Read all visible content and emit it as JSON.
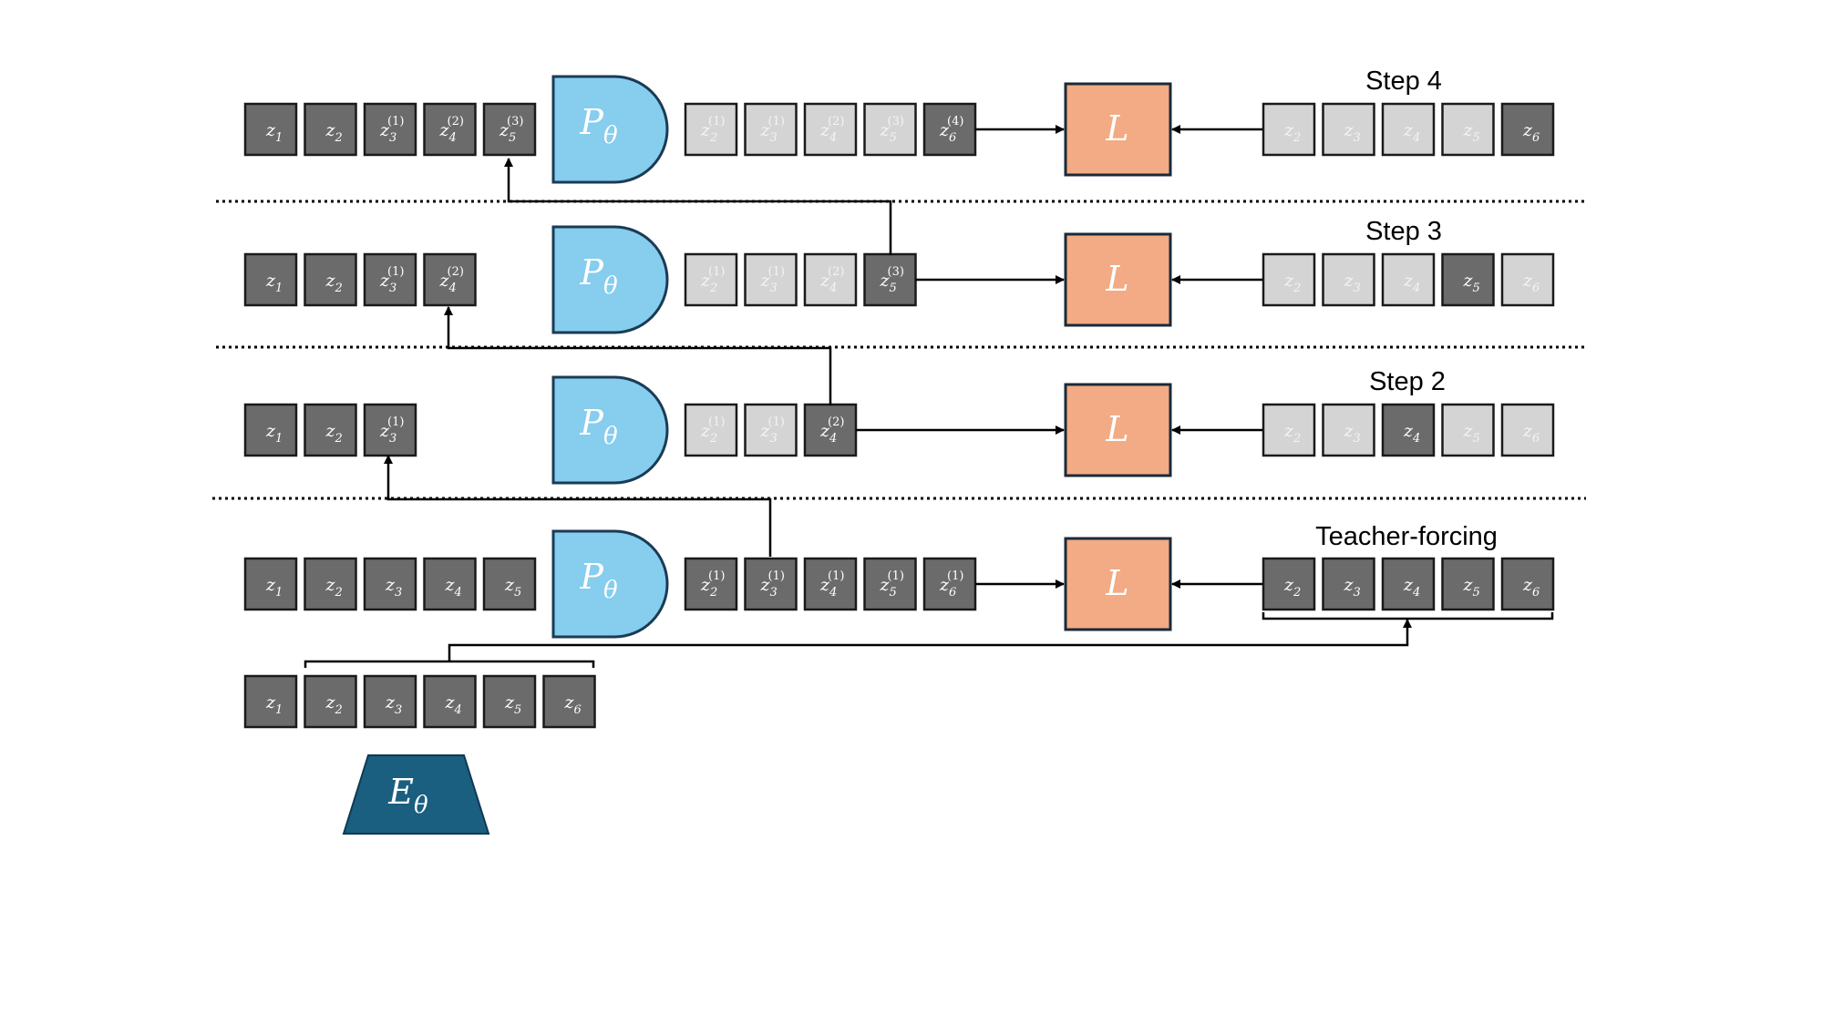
{
  "colors": {
    "dark_token": "#6b6b6b",
    "light_token": "#d4d4d4",
    "token_border": "#1a1a1a",
    "predictor": "#86cdee",
    "loss": "#f2ab84",
    "encoder": "#1a5e80"
  },
  "labels": {
    "step4": "Step 4",
    "step3": "Step 3",
    "step2": "Step 2",
    "teacher": "Teacher-forcing",
    "loss_symbol": "L",
    "predictor_symbol": "P",
    "predictor_sub": "θ",
    "encoder_symbol": "E",
    "encoder_sub": "θ"
  },
  "rows": [
    {
      "label_key": "step4",
      "inputs": [
        {
          "b": "z",
          "s": "1",
          "p": ""
        },
        {
          "b": "z",
          "s": "2",
          "p": ""
        },
        {
          "b": "z",
          "s": "3",
          "p": "(1)"
        },
        {
          "b": "z",
          "s": "4",
          "p": "(2)"
        },
        {
          "b": "z",
          "s": "5",
          "p": "(3)"
        }
      ],
      "outputs": [
        {
          "b": "z",
          "s": "2",
          "p": "(1)",
          "dark": false
        },
        {
          "b": "z",
          "s": "3",
          "p": "(1)",
          "dark": false
        },
        {
          "b": "z",
          "s": "4",
          "p": "(2)",
          "dark": false
        },
        {
          "b": "z",
          "s": "5",
          "p": "(3)",
          "dark": false
        },
        {
          "b": "z",
          "s": "6",
          "p": "(4)",
          "dark": true
        }
      ],
      "targets": [
        {
          "b": "z",
          "s": "2",
          "dark": false
        },
        {
          "b": "z",
          "s": "3",
          "dark": false
        },
        {
          "b": "z",
          "s": "4",
          "dark": false
        },
        {
          "b": "z",
          "s": "5",
          "dark": false
        },
        {
          "b": "z",
          "s": "6",
          "dark": true
        }
      ]
    },
    {
      "label_key": "step3",
      "inputs": [
        {
          "b": "z",
          "s": "1",
          "p": ""
        },
        {
          "b": "z",
          "s": "2",
          "p": ""
        },
        {
          "b": "z",
          "s": "3",
          "p": "(1)"
        },
        {
          "b": "z",
          "s": "4",
          "p": "(2)"
        }
      ],
      "outputs": [
        {
          "b": "z",
          "s": "2",
          "p": "(1)",
          "dark": false
        },
        {
          "b": "z",
          "s": "3",
          "p": "(1)",
          "dark": false
        },
        {
          "b": "z",
          "s": "4",
          "p": "(2)",
          "dark": false
        },
        {
          "b": "z",
          "s": "5",
          "p": "(3)",
          "dark": true
        }
      ],
      "targets": [
        {
          "b": "z",
          "s": "2",
          "dark": false
        },
        {
          "b": "z",
          "s": "3",
          "dark": false
        },
        {
          "b": "z",
          "s": "4",
          "dark": false
        },
        {
          "b": "z",
          "s": "5",
          "dark": true
        },
        {
          "b": "z",
          "s": "6",
          "dark": false
        }
      ]
    },
    {
      "label_key": "step2",
      "inputs": [
        {
          "b": "z",
          "s": "1",
          "p": ""
        },
        {
          "b": "z",
          "s": "2",
          "p": ""
        },
        {
          "b": "z",
          "s": "3",
          "p": "(1)"
        }
      ],
      "outputs": [
        {
          "b": "z",
          "s": "2",
          "p": "(1)",
          "dark": false
        },
        {
          "b": "z",
          "s": "3",
          "p": "(1)",
          "dark": false
        },
        {
          "b": "z",
          "s": "4",
          "p": "(2)",
          "dark": true
        }
      ],
      "targets": [
        {
          "b": "z",
          "s": "2",
          "dark": false
        },
        {
          "b": "z",
          "s": "3",
          "dark": false
        },
        {
          "b": "z",
          "s": "4",
          "dark": true
        },
        {
          "b": "z",
          "s": "5",
          "dark": false
        },
        {
          "b": "z",
          "s": "6",
          "dark": false
        }
      ]
    },
    {
      "label_key": "teacher",
      "inputs": [
        {
          "b": "z",
          "s": "1",
          "p": ""
        },
        {
          "b": "z",
          "s": "2",
          "p": ""
        },
        {
          "b": "z",
          "s": "3",
          "p": ""
        },
        {
          "b": "z",
          "s": "4",
          "p": ""
        },
        {
          "b": "z",
          "s": "5",
          "p": ""
        }
      ],
      "outputs": [
        {
          "b": "z",
          "s": "2",
          "p": "(1)",
          "dark": true
        },
        {
          "b": "z",
          "s": "3",
          "p": "(1)",
          "dark": true
        },
        {
          "b": "z",
          "s": "4",
          "p": "(1)",
          "dark": true
        },
        {
          "b": "z",
          "s": "5",
          "p": "(1)",
          "dark": true
        },
        {
          "b": "z",
          "s": "6",
          "p": "(1)",
          "dark": true
        }
      ],
      "targets": [
        {
          "b": "z",
          "s": "2",
          "dark": true
        },
        {
          "b": "z",
          "s": "3",
          "dark": true
        },
        {
          "b": "z",
          "s": "4",
          "dark": true
        },
        {
          "b": "z",
          "s": "5",
          "dark": true
        },
        {
          "b": "z",
          "s": "6",
          "dark": true
        }
      ]
    }
  ],
  "encoder_tokens": [
    {
      "b": "z",
      "s": "1"
    },
    {
      "b": "z",
      "s": "2"
    },
    {
      "b": "z",
      "s": "3"
    },
    {
      "b": "z",
      "s": "4"
    },
    {
      "b": "z",
      "s": "5"
    },
    {
      "b": "z",
      "s": "6"
    }
  ]
}
